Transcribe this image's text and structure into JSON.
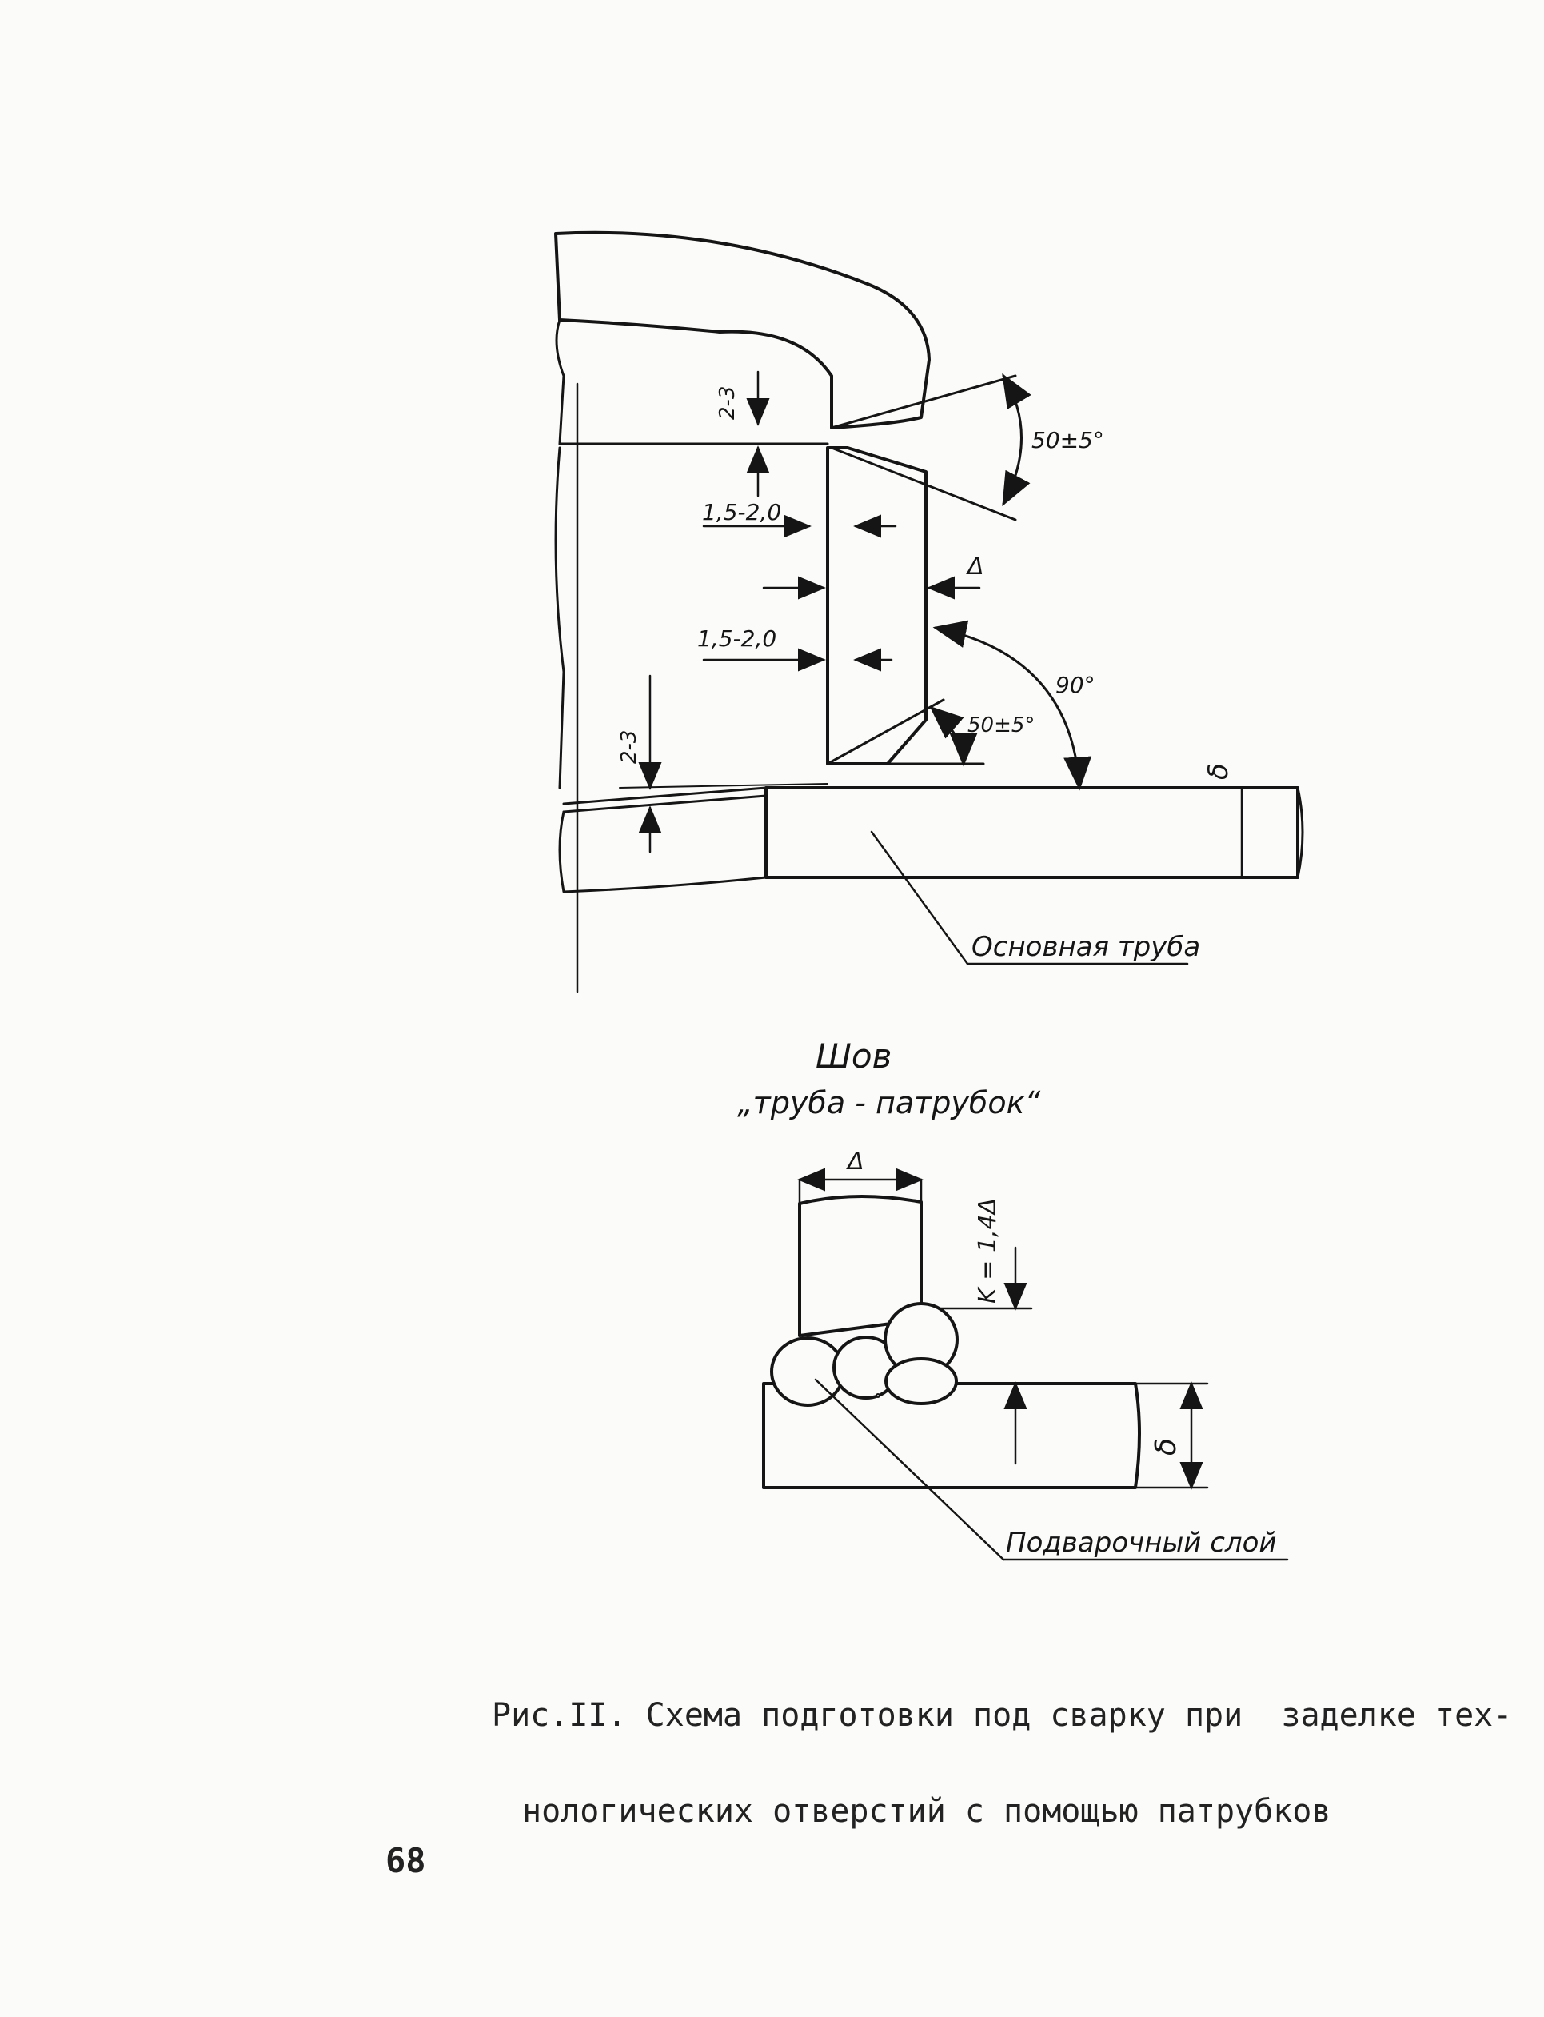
{
  "diagram1": {
    "angle_top": "50±5°",
    "dim_gap_top": "2-3",
    "dim_land_upper": "1,5-2,0",
    "dim_land_lower": "1,5-2,0",
    "dim_wall": "Δ",
    "angle_right": "90°",
    "angle_bottom": "50±5°",
    "dim_gap_bottom": "2-3",
    "dim_thickness": "δ",
    "leader_main_pipe": "Основная труба"
  },
  "seam_title": {
    "line1": "Шов",
    "line2": "„труба - патрубок“"
  },
  "diagram2": {
    "dim_wall": "Δ",
    "dim_leg": "K = 1,4Δ",
    "dim_thickness": "δ",
    "leader_backing": "Подварочный слой"
  },
  "caption": {
    "line1": "Рис.II. Схема подготовки под сварку при  заделке тех-",
    "line2": "нологических отверстий с помощью патрубков"
  },
  "page_number": "68"
}
